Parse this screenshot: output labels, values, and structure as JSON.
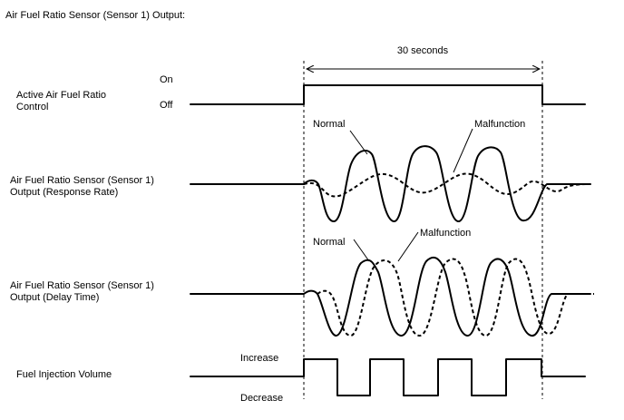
{
  "title": "Air Fuel Ratio Sensor (Sensor 1) Output:",
  "duration_label": "30 seconds",
  "rows": {
    "active_control": {
      "label_lines": [
        "Active Air Fuel Ratio",
        "Control"
      ],
      "state_high": "On",
      "state_low": "Off"
    },
    "response_rate": {
      "label_lines": [
        "Air Fuel Ratio Sensor (Sensor 1)",
        "Output (Response Rate)"
      ],
      "normal_label": "Normal",
      "malfunction_label": "Malfunction"
    },
    "delay_time": {
      "label_lines": [
        "Air Fuel Ratio Sensor (Sensor 1)",
        "Output (Delay Time)"
      ],
      "normal_label": "Normal",
      "malfunction_label": "Malfunction"
    },
    "injection_volume": {
      "label_lines": [
        "Fuel Injection Volume"
      ],
      "state_high": "Increase",
      "state_low": "Decrease"
    }
  }
}
